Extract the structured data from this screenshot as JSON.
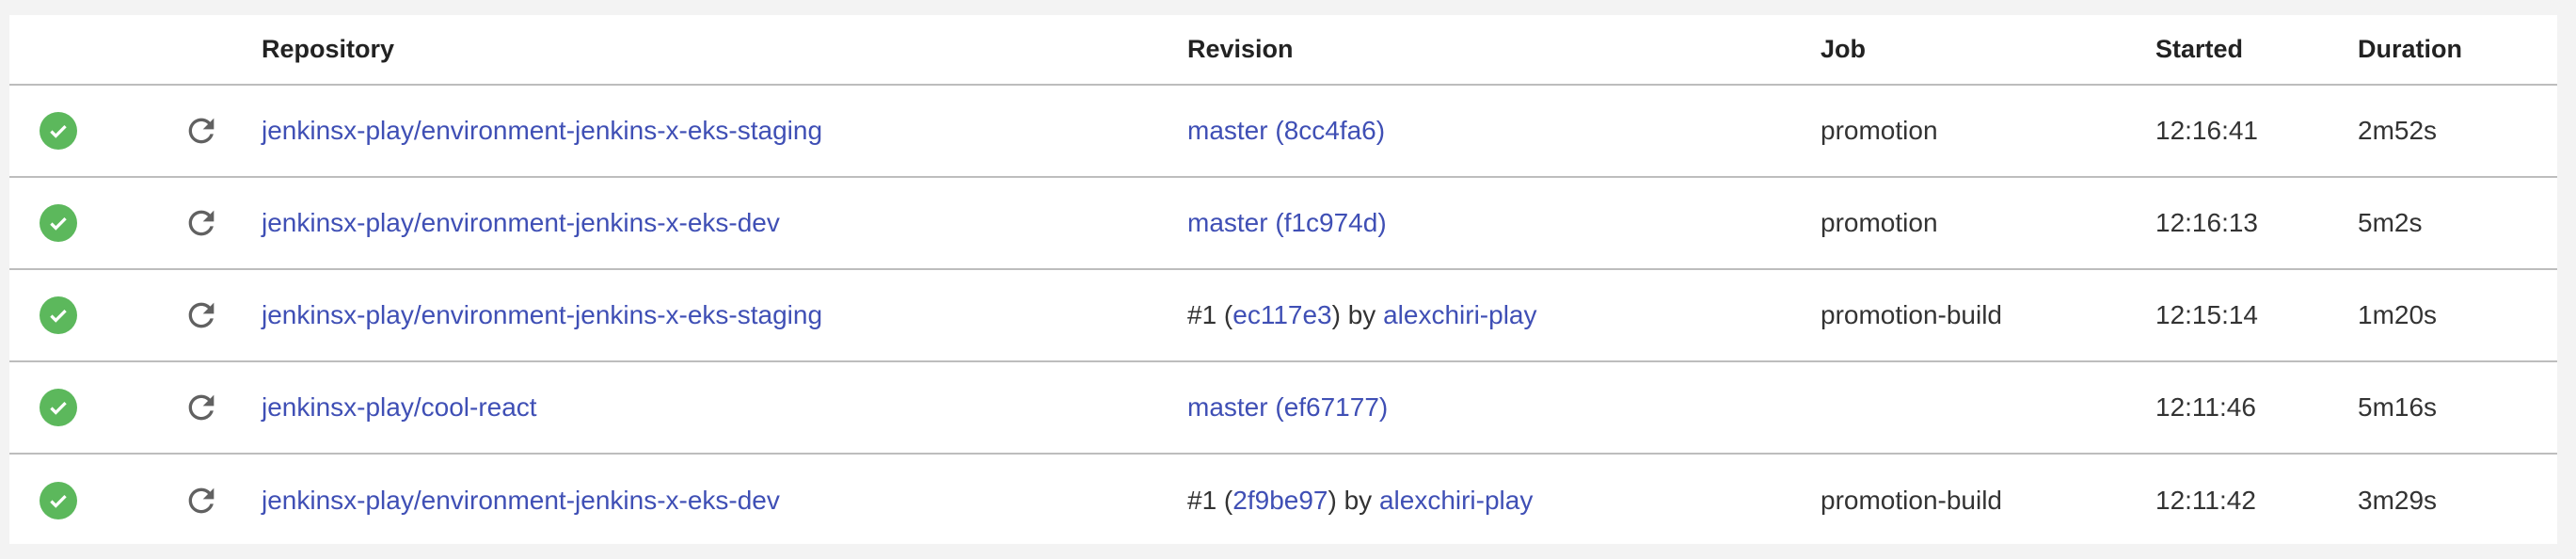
{
  "headers": {
    "status": "",
    "rerun": "",
    "repository": "Repository",
    "revision": "Revision",
    "job": "Job",
    "started": "Started",
    "duration": "Duration"
  },
  "colors": {
    "success": "#5cb85c",
    "link": "#3f4fb5"
  },
  "rows": [
    {
      "status": "success",
      "repository": "jenkinsx-play/environment-jenkins-x-eks-staging",
      "rev_prefix": "",
      "rev_branch": "master",
      "rev_hash": "8cc4fa6",
      "rev_by": "",
      "rev_user": "",
      "job": "promotion",
      "started": "12:16:41",
      "duration": "2m52s"
    },
    {
      "status": "success",
      "repository": "jenkinsx-play/environment-jenkins-x-eks-dev",
      "rev_prefix": "",
      "rev_branch": "master",
      "rev_hash": "f1c974d",
      "rev_by": "",
      "rev_user": "",
      "job": "promotion",
      "started": "12:16:13",
      "duration": "5m2s"
    },
    {
      "status": "success",
      "repository": "jenkinsx-play/environment-jenkins-x-eks-staging",
      "rev_prefix": "#1",
      "rev_branch": "",
      "rev_hash": "ec117e3",
      "rev_by": "by",
      "rev_user": "alexchiri-play",
      "job": "promotion-build",
      "started": "12:15:14",
      "duration": "1m20s"
    },
    {
      "status": "success",
      "repository": "jenkinsx-play/cool-react",
      "rev_prefix": "",
      "rev_branch": "master",
      "rev_hash": "ef67177",
      "rev_by": "",
      "rev_user": "",
      "job": "",
      "started": "12:11:46",
      "duration": "5m16s"
    },
    {
      "status": "success",
      "repository": "jenkinsx-play/environment-jenkins-x-eks-dev",
      "rev_prefix": "#1",
      "rev_branch": "",
      "rev_hash": "2f9be97",
      "rev_by": "by",
      "rev_user": "alexchiri-play",
      "job": "promotion-build",
      "started": "12:11:42",
      "duration": "3m29s"
    }
  ]
}
